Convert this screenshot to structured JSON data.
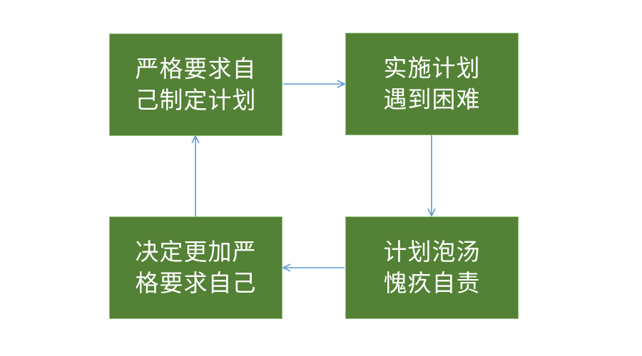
{
  "diagram": {
    "nodes": [
      {
        "id": "b1",
        "lines": [
          "严格要求自",
          "己制定计划"
        ]
      },
      {
        "id": "b2",
        "lines": [
          "实施计划",
          "遇到困难"
        ]
      },
      {
        "id": "b3",
        "lines": [
          "计划泡汤",
          "愧疚自责"
        ]
      },
      {
        "id": "b4",
        "lines": [
          "决定更加严",
          "格要求自己"
        ]
      }
    ],
    "edges": [
      {
        "from": "b1",
        "to": "b2"
      },
      {
        "from": "b2",
        "to": "b3"
      },
      {
        "from": "b3",
        "to": "b4"
      },
      {
        "from": "b4",
        "to": "b1"
      }
    ],
    "colors": {
      "node_fill": "#538135",
      "node_border": "#8fc07a",
      "node_text": "#ffffff",
      "arrow": "#5b9bd5"
    }
  }
}
